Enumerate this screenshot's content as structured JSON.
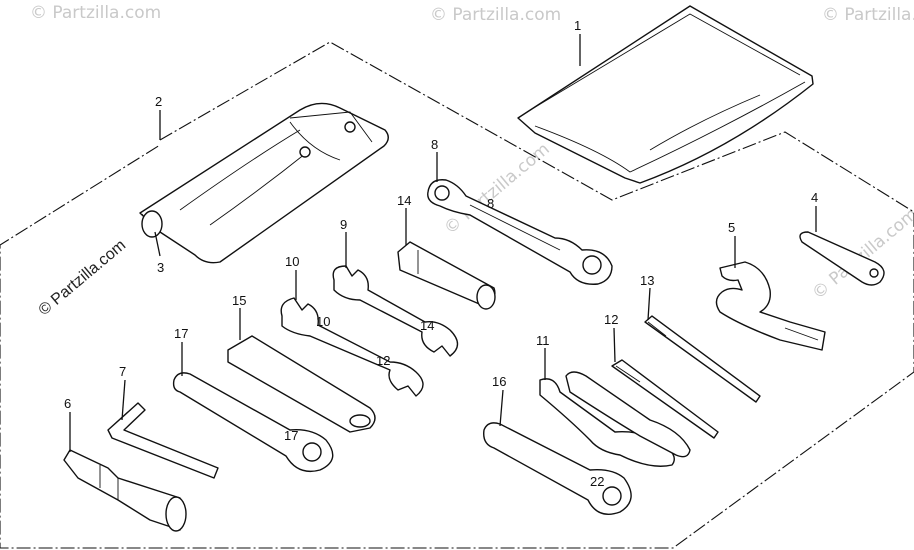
{
  "watermark": {
    "main": "© Partzilla.com",
    "faint": [
      "© Partzilla.com",
      "© Partzilla.com",
      "© Partzilla.com",
      "© Partzilla.com",
      "© Partzilla.com"
    ]
  },
  "callouts": [
    "1",
    "2",
    "3",
    "4",
    "5",
    "6",
    "7",
    "8",
    "9",
    "10",
    "11",
    "12",
    "13",
    "14",
    "15",
    "16",
    "17"
  ],
  "part_marks": {
    "wrench_8": "8",
    "wrench_10": "10",
    "wrench_12": "12",
    "wrench_14": "14",
    "wrench_17": "17",
    "wrench_22": "22"
  }
}
